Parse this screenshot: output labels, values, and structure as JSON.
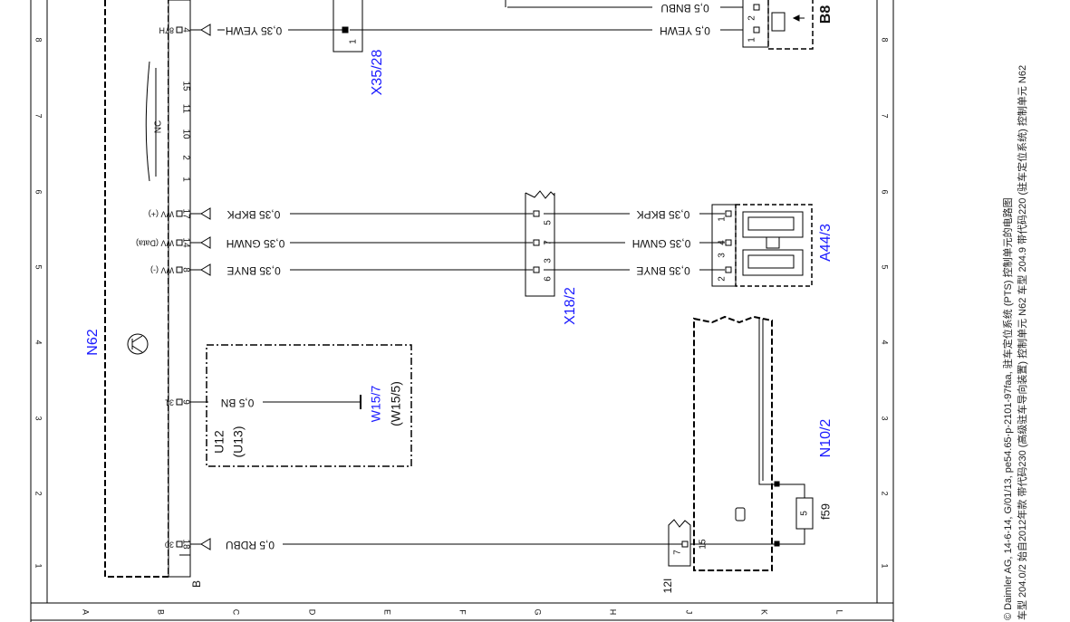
{
  "colors": {
    "wire": "#000000",
    "component_label": "#1a1aff",
    "text": "#111111",
    "frame": "#000000"
  },
  "grid": {
    "rows": [
      "1",
      "2",
      "3",
      "4",
      "5",
      "6",
      "7",
      "8"
    ],
    "cols": [
      "A",
      "B",
      "C",
      "D",
      "E",
      "F",
      "G",
      "H",
      "J",
      "K",
      "L"
    ]
  },
  "components": {
    "n62": "N62",
    "b": "B",
    "x35": "X35/28",
    "x18": "X18/2",
    "a44": "A44/3",
    "b8": "B8",
    "n10": "N10/2",
    "f59": "f59",
    "f59_value": "5",
    "u12": "U12",
    "u13": "(U13)",
    "w15_7": "W15/7",
    "w15_5": "(W15/5)",
    "pin_12i": "12I",
    "nc": "NC"
  },
  "n62_pins": [
    {
      "label": "87H",
      "pin": "4"
    },
    {
      "label": "",
      "pin": "15"
    },
    {
      "label": "",
      "pin": "11"
    },
    {
      "label": "",
      "pin": "10"
    },
    {
      "label": "",
      "pin": "2"
    },
    {
      "label": "",
      "pin": "1"
    },
    {
      "label": "WV (+)",
      "pin": "17"
    },
    {
      "label": "WV (Data)",
      "pin": "14"
    },
    {
      "label": "WV (-)",
      "pin": "8"
    },
    {
      "label": "31",
      "pin": "9"
    },
    {
      "label": "30",
      "pin": "18"
    }
  ],
  "wires": [
    {
      "id": "w1",
      "label": "0,35 YEWH"
    },
    {
      "id": "w2",
      "label": "0,5 YEWH"
    },
    {
      "id": "w3",
      "label": "0,5 BNBU"
    },
    {
      "id": "w4",
      "label": "0,35 BKPK"
    },
    {
      "id": "w5",
      "label": "0,35 BKPK"
    },
    {
      "id": "w6",
      "label": "0,35 GNWH"
    },
    {
      "id": "w7",
      "label": "0,35 GNWH"
    },
    {
      "id": "w8",
      "label": "0,35 BNYE"
    },
    {
      "id": "w9",
      "label": "0,35 BNYE"
    },
    {
      "id": "w10",
      "label": "0,5 BN"
    },
    {
      "id": "w11",
      "label": "0,5 RDBU"
    }
  ],
  "pins": {
    "x35_1": "1",
    "x18": [
      "5",
      "7",
      "3",
      "6"
    ],
    "a44": [
      "1",
      "4",
      "3",
      "2"
    ],
    "b8": [
      "2",
      "1"
    ],
    "x12_7": "7",
    "n10_15": "15"
  },
  "footer": {
    "line1": "© Daimler AG, 14-6-14, G/01/13, pe54.65-p-2101-97faa, 驻车定位系统 (PTS) 控制单元的电路图",
    "line2": "车型 204.0/2 始自2012年款 带代码230 (高级驻车导向装置) 控制单元 N62 车型 204.9 带代码220 (驻车定位系统) 控制单元 N62"
  }
}
